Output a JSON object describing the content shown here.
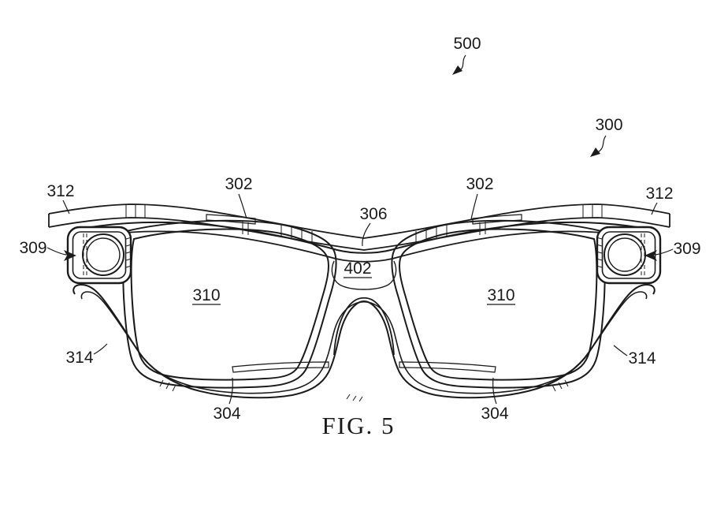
{
  "figure": {
    "caption": "FIG. 5",
    "description": "Patent line drawing, front view of an eyewear (smart glasses) frame assembly with camera modules"
  },
  "labels": {
    "ref_500": "500",
    "ref_300": "300",
    "ref_312_left": "312",
    "ref_302_left": "302",
    "ref_306": "306",
    "ref_302_right": "302",
    "ref_312_right": "312",
    "ref_309_left": "309",
    "ref_309_right": "309",
    "ref_402": "402",
    "ref_310_left": "310",
    "ref_310_right": "310",
    "ref_314_left": "314",
    "ref_314_right": "314",
    "ref_304_left": "304",
    "ref_304_right": "304"
  },
  "colors": {
    "ink": "#1b1b1b",
    "background": "#ffffff"
  }
}
